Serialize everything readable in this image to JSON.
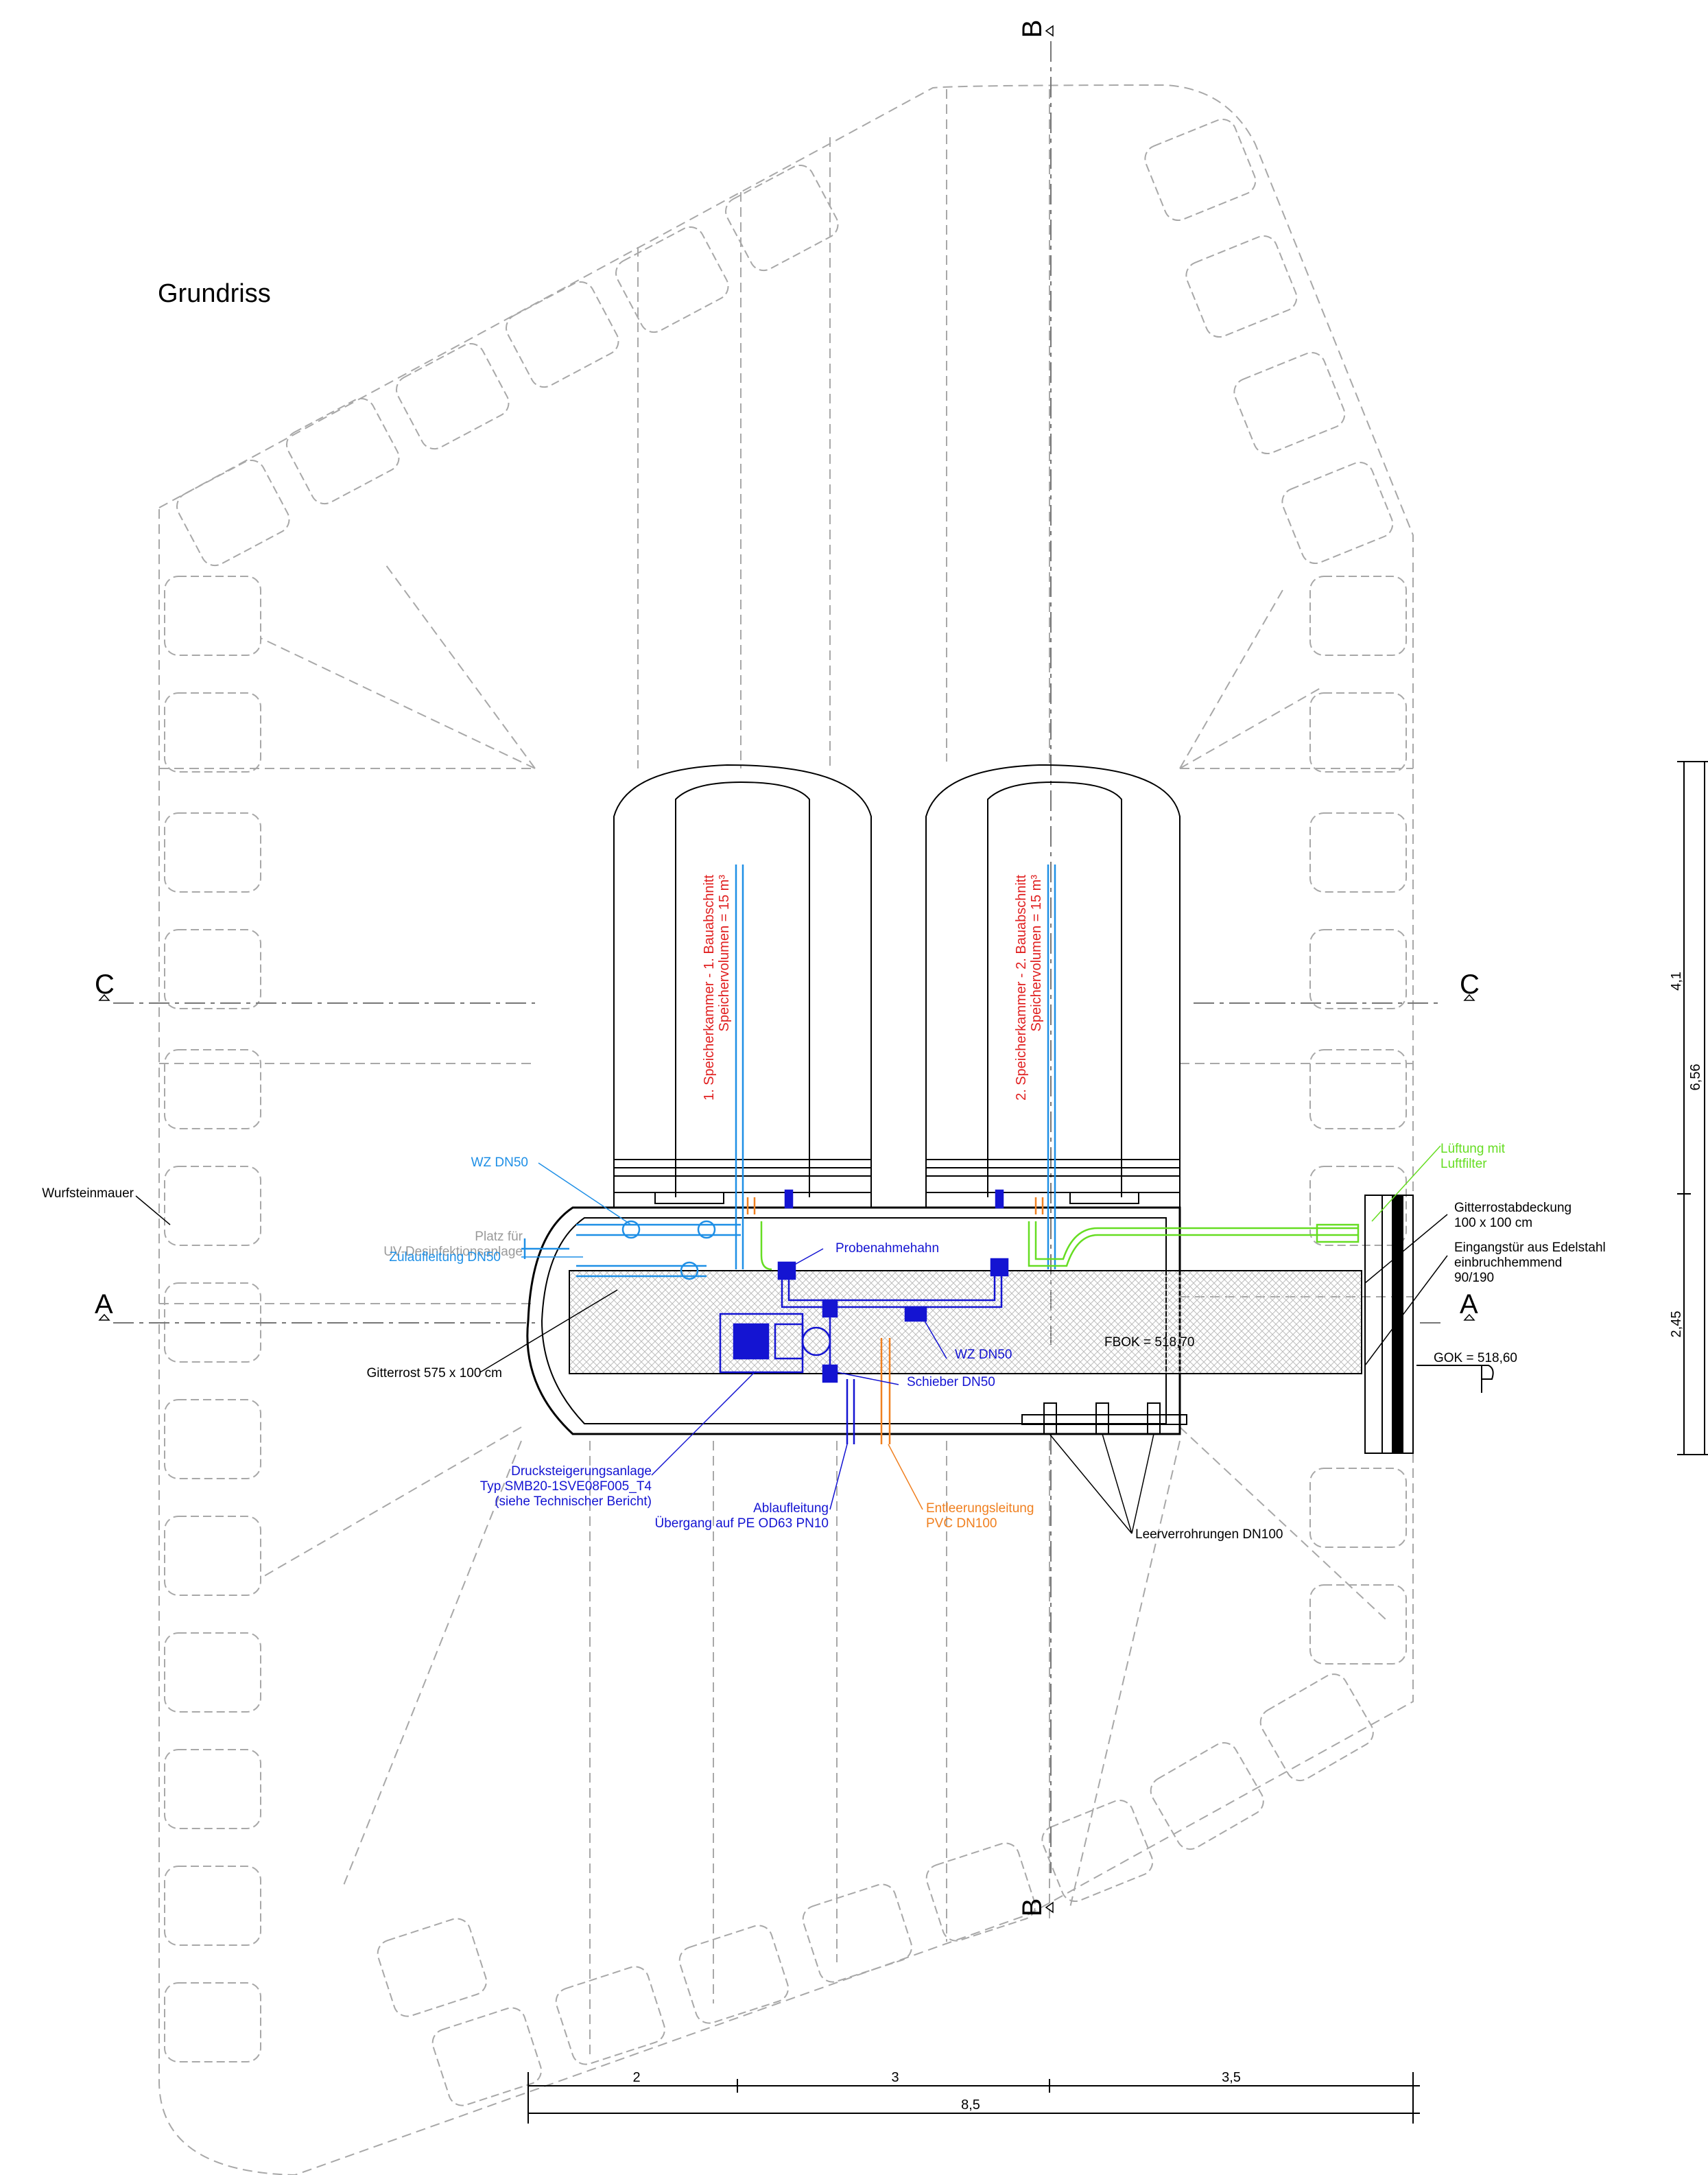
{
  "title": "Grundriss",
  "sections": {
    "b_top": "B",
    "b_bottom": "B",
    "c_left": "C",
    "c_right": "C",
    "a_left": "A",
    "a_right": "A"
  },
  "chambers": {
    "first_line1": "1. Speicherkammer - 1. Bauabschnitt",
    "first_line2": "Speichervolumen = 15 m³",
    "second_line1": "2. Speicherkammer - 2. Bauabschnitt",
    "second_line2": "Speichervolumen = 15 m³"
  },
  "labels": {
    "wurfsteinmauer": "Wurfsteinmauer",
    "wz_dn50_top": "WZ DN50",
    "platz_line1": "Platz für",
    "platz_line2": "UV-Desinfektionsanlage",
    "zulauf": "Zulaufleitung DN50",
    "probenahme": "Probenahmehahn",
    "wz_dn50_mid": "WZ DN50",
    "schieber": "Schieber DN50",
    "fbok": "FBOK = 518,70",
    "gok": "GOK = 518,60",
    "gitterrost": "Gitterrost 575 x 100 cm",
    "druck_line1": "Drucksteigerungsanlage",
    "druck_line2": "Typ SMB20-1SVE08F005_T4",
    "druck_line3": "(siehe Technischer Bericht)",
    "ablauf_line1": "Ablaufleitung",
    "ablauf_line2": "Übergang auf PE OD63 PN10",
    "entleerung_line1": "Entleerungsleitung",
    "entleerung_line2": "PVC DN100",
    "leerverrohrung": "Leerverrohrungen DN100",
    "lueftung_line1": "Lüftung mit",
    "lueftung_line2": "Luftfilter",
    "gitterrostabdeckung_line1": "Gitterrostabdeckung",
    "gitterrostabdeckung_line2": "100 x 100 cm",
    "tuer_line1": "Eingangstür aus Edelstahl",
    "tuer_line2": "einbruchhemmend",
    "tuer_line3": "90/190"
  },
  "dimensions": {
    "bottom_seg1": "2",
    "bottom_seg2": "3",
    "bottom_seg3": "3,5",
    "bottom_total": "8,5",
    "right_seg1": "4,1",
    "right_total": "6,56",
    "right_seg2": "2,45"
  },
  "colors": {
    "black": "#000000",
    "grey": "#9a9a9a",
    "red": "#e02020",
    "blue_light": "#1e8fe6",
    "blue_dark": "#1414d2",
    "orange": "#f08020",
    "green": "#66dd22"
  }
}
